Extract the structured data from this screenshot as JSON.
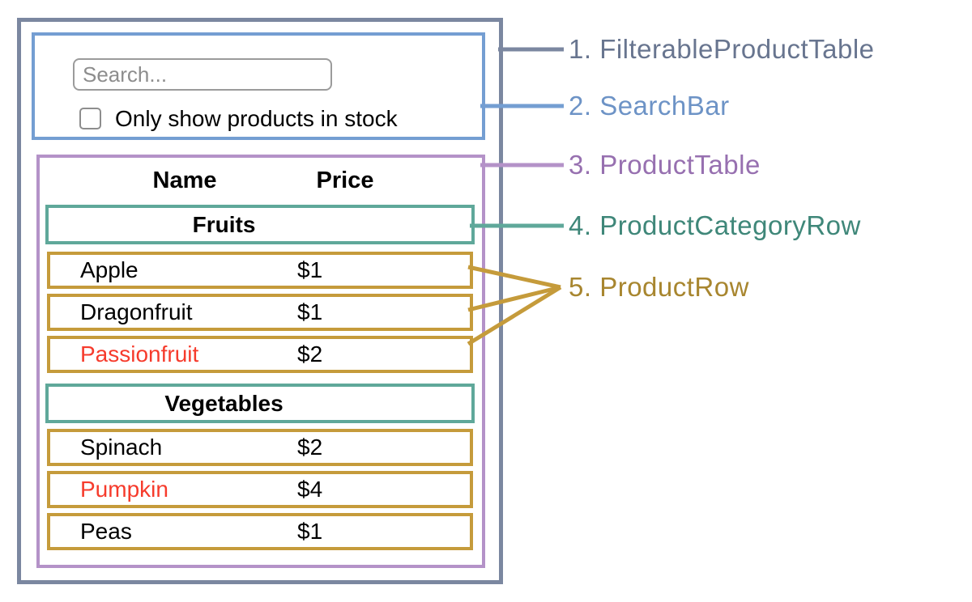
{
  "colors": {
    "filterable_border": "#7b87a0",
    "filterable_label": "#68758f",
    "searchbar_border": "#749ed2",
    "searchbar_label": "#6d93c6",
    "producttable_border": "#b492c8",
    "producttable_label": "#9770b0",
    "categoryrow_border": "#5fa89a",
    "categoryrow_label": "#3f8779",
    "productrow_border": "#c59b3b",
    "productrow_label": "#a8862f",
    "out_of_stock": "#f63b2c",
    "muted": "#8d8d8d",
    "input_border": "#9b9b9b"
  },
  "search_bar": {
    "placeholder": "Search...",
    "checkbox_label": "Only show products in stock",
    "checkbox_checked": false
  },
  "table": {
    "headers": {
      "name": "Name",
      "price": "Price"
    },
    "sections": [
      {
        "category": "Fruits",
        "rows": [
          {
            "name": "Apple",
            "price": "$1",
            "in_stock": true
          },
          {
            "name": "Dragonfruit",
            "price": "$1",
            "in_stock": true
          },
          {
            "name": "Passionfruit",
            "price": "$2",
            "in_stock": false
          }
        ]
      },
      {
        "category": "Vegetables",
        "rows": [
          {
            "name": "Spinach",
            "price": "$2",
            "in_stock": true
          },
          {
            "name": "Pumpkin",
            "price": "$4",
            "in_stock": false
          },
          {
            "name": "Peas",
            "price": "$1",
            "in_stock": true
          }
        ]
      }
    ]
  },
  "annotations": [
    {
      "text": "1. FilterableProductTable"
    },
    {
      "text": "2. SearchBar"
    },
    {
      "text": "3. ProductTable"
    },
    {
      "text": "4. ProductCategoryRow"
    },
    {
      "text": "5. ProductRow"
    }
  ]
}
